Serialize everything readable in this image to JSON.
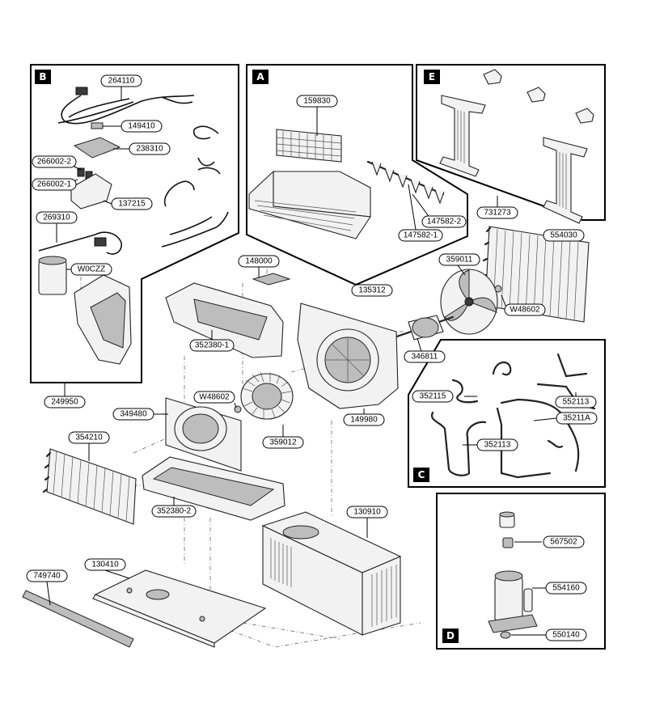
{
  "panels": {
    "B": "B",
    "A": "A",
    "E": "E",
    "C": "C",
    "D": "D"
  },
  "labels": {
    "p264110": "264110",
    "p149410": "149410",
    "p238310": "238310",
    "p266002_2": "266002-2",
    "p266002_1": "266002-1",
    "p137215": "137215",
    "p269310": "269310",
    "pW0CZZ": "W0CZZ",
    "p249950": "249950",
    "p159830": "159830",
    "p147582_2": "147582-2",
    "p147582_1": "147582-1",
    "p135312": "135312",
    "p731273": "731273",
    "p554030": "554030",
    "p148000": "148000",
    "p359011": "359011",
    "pW48602a": "W48602",
    "p346811": "346811",
    "p352380_1": "352380-1",
    "p149980": "149980",
    "pW48602b": "W48602",
    "p349480": "349480",
    "p359012": "359012",
    "p354210": "354210",
    "p352380_2": "352380-2",
    "p352115": "352115",
    "p552113": "552113",
    "p35211A": "35211A",
    "p352113": "352113",
    "p130910": "130910",
    "p130410": "130410",
    "p749740": "749740",
    "p567502": "567502",
    "p554160": "554160",
    "p550140": "550140"
  },
  "colors": {
    "line": "#000000",
    "panel_tag": "#000000",
    "background": "#ffffff"
  }
}
